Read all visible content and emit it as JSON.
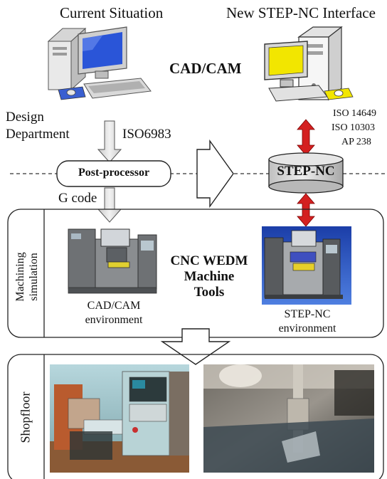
{
  "top": {
    "current_situation": "Current Situation",
    "new_interface": "New STEP-NC Interface",
    "cad_cam": "CAD/CAM",
    "design_line1": "Design",
    "design_line2": "Department",
    "iso6983": "ISO6983",
    "iso_14649": "ISO 14649",
    "iso_10303": "ISO 10303",
    "ap_238": "AP 238",
    "post_processor": "Post-processor",
    "step_nc": "STEP-NC",
    "g_code": "G code"
  },
  "machining": {
    "side_line1": "Machining",
    "side_line2": "simulation",
    "center_line1": "CNC WEDM",
    "center_line2": "Machine",
    "center_line3": "Tools",
    "left_caption1": "CAD/CAM",
    "left_caption2": "environment",
    "right_caption1": "STEP-NC",
    "right_caption2": "environment"
  },
  "shopfloor": {
    "side_label": "Shopfloor"
  },
  "colors": {
    "red_arrow": "#d42020",
    "step_bg": "#3a62c8",
    "monitor_yellow": "#f2e600",
    "monitor_blue": "#2a55d8",
    "machine_gray": "#7a7d80",
    "machine_blue_panel": "#cfe0e8"
  }
}
